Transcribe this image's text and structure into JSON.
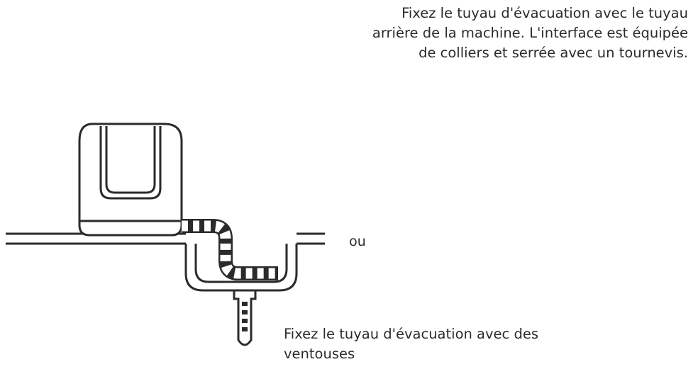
{
  "captions": {
    "top": "Fixez le tuyau d'évacuation avec le tuyau\narrière de la machine. L'interface est équipée\nde colliers et serrée avec un tournevis.",
    "bottom": "Fixez le tuyau d'évacuation avec des\nventouses",
    "or": "ou"
  },
  "colors": {
    "line": "#2b2b2b",
    "background": "#ffffff"
  },
  "icons": [
    "screwdriver-icon",
    "hose-clamp-icon",
    "suction-cup-icon",
    "bucket-icon",
    "sink-icon",
    "machine-icon"
  ]
}
